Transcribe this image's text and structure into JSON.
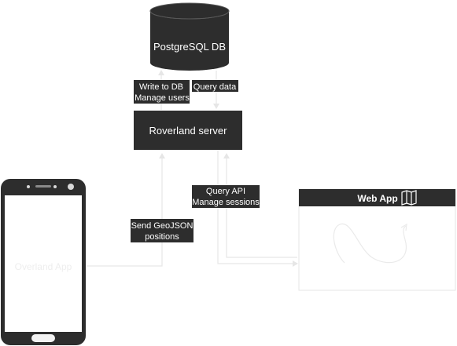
{
  "nodes": {
    "database": {
      "label": "PostgreSQL DB"
    },
    "server": {
      "label": "Roverland server"
    },
    "phone": {
      "label": "Overland App"
    },
    "webapp": {
      "title": "Web App"
    }
  },
  "edge_labels": {
    "write_db": {
      "line1": "Write to DB",
      "line2": "Manage users"
    },
    "query_data": {
      "line1": "Query data"
    },
    "query_api": {
      "line1": "Query API",
      "line2": "Manage sessions"
    },
    "send_geojson": {
      "line1": "Send GeoJSON",
      "line2": "positions"
    }
  },
  "colors": {
    "node_fill": "#2d2d2d",
    "node_text": "#ffffff",
    "connector": "#e8e8e8",
    "phone_screen": "#ffffff",
    "phone_text": "#eeeeee",
    "webapp_border": "#e6e6e6"
  },
  "icons": {
    "webapp_title_icon": "map-icon"
  }
}
